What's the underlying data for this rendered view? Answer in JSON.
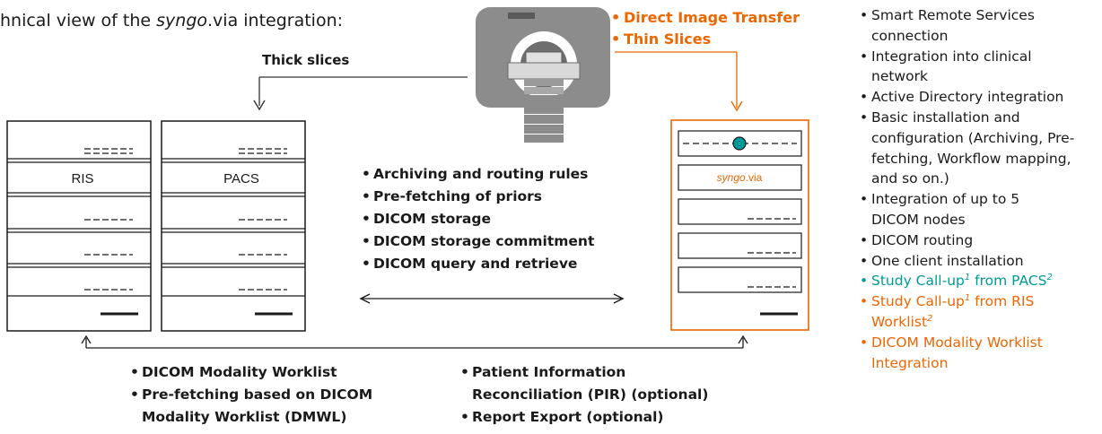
{
  "title": {
    "prefix": "hnical view of the ",
    "brand_italic": "syngo",
    "suffix": ".via integration:"
  },
  "thick_label": "Thick slices",
  "scanner_bullets": [
    "Direct Image Transfer",
    "Thin Slices"
  ],
  "servers": {
    "ris_label": "RIS",
    "pacs_label": "PACS",
    "syngo_italic": "syngo",
    "syngo_suffix": ".via"
  },
  "center_bullets": [
    "Archiving and routing rules",
    "Pre-fetching of priors",
    "DICOM storage",
    "DICOM storage commitment",
    "DICOM query and retrieve"
  ],
  "bottom_left_bullets": [
    "DICOM Modality Worklist",
    "Pre-fetching based on DICOM",
    "Modality Worklist (DMWL)"
  ],
  "bottom_right_bullets": [
    "Patient Information",
    "Reconciliation (PIR) (optional)",
    "Report Export (optional)"
  ],
  "right_list": {
    "plain": [
      "Smart Remote Services connection",
      "Integration into clinical network",
      "Active Directory integration",
      "Basic installation and configuration (Archiving, Pre-fetching, Workflow mapping, and so on.)",
      "Integration of up to 5 DICOM nodes",
      "DICOM routing",
      "One client installation"
    ],
    "study_pacs": {
      "text": "Study Call-up",
      "sup1": "1",
      "rest": " from PACS",
      "sup2": "2"
    },
    "study_ris": {
      "text": "Study Call-up",
      "sup1": "1",
      "rest": " from RIS Worklist",
      "sup2": "2"
    },
    "dmwl": "DICOM Modality Worklist Integration"
  },
  "colors": {
    "orange": "#ec6602",
    "teal": "#009999",
    "scanner_gray": "#8c8c8c"
  }
}
